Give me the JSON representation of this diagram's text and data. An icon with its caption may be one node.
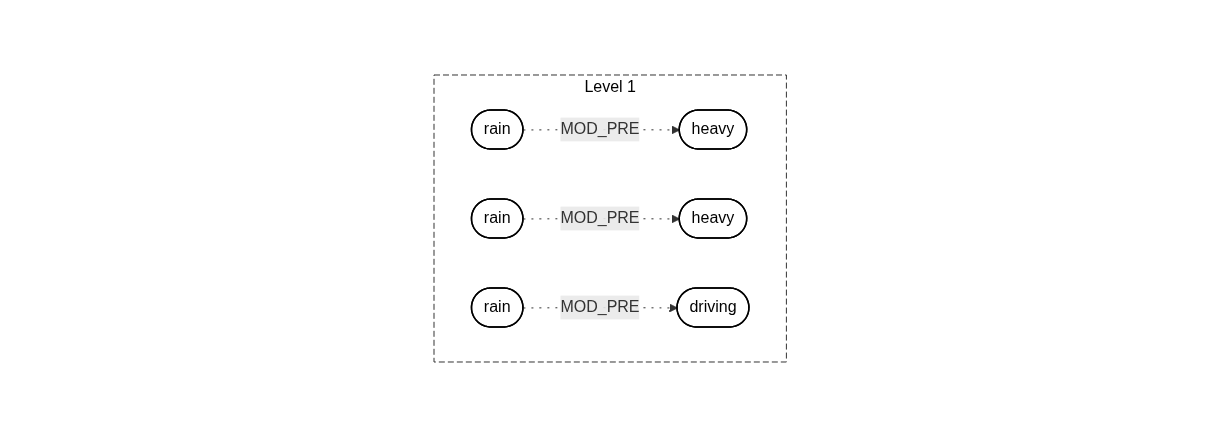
{
  "diagram": {
    "nodes": [
      {
        "text": [
          "Level 1"
        ]
      },
      {
        "text": [
          "rain"
        ],
        "in": 0
      },
      {
        "text": [
          "heavy"
        ],
        "in": 0
      },
      {
        "text": [
          "rain"
        ],
        "in": 0
      },
      {
        "text": [
          "heavy"
        ],
        "in": 0
      },
      {
        "text": [
          "rain"
        ],
        "in": 0
      },
      {
        "text": [
          "driving"
        ],
        "in": 0
      }
    ],
    "edges": [
      {
        "from": 1,
        "to": 2,
        "arrow": "to",
        "label": "MOD_PRE",
        "style": "dashed"
      },
      {
        "from": 3,
        "to": 4,
        "arrow": "to",
        "label": "MOD_PRE",
        "style": "dashed"
      },
      {
        "from": 5,
        "to": 6,
        "arrow": "to",
        "label": "MOD_PRE",
        "style": "dashed"
      }
    ]
  }
}
